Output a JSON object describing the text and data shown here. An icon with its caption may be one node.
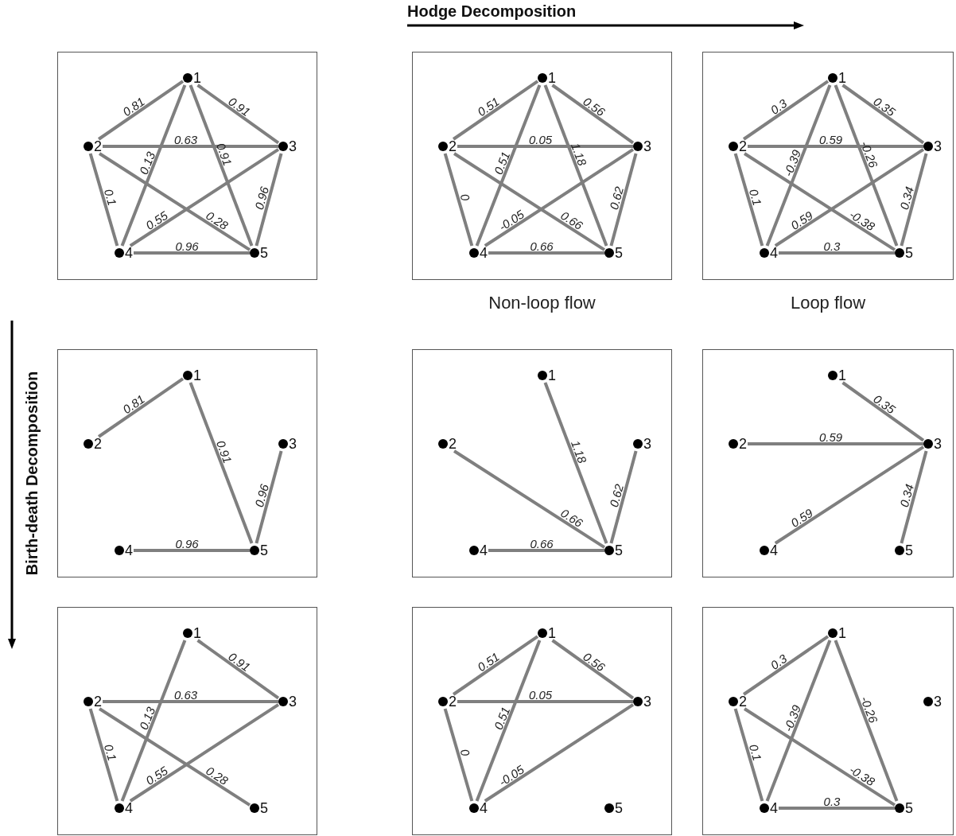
{
  "diagram": {
    "nodes": [
      {
        "text": [],
        "shape": "box"
      },
      {
        "text": [
          "1"
        ],
        "in": 0
      },
      {
        "text": [
          "2"
        ],
        "in": 0
      },
      {
        "text": [
          "3"
        ],
        "in": 0
      },
      {
        "text": [
          "4"
        ],
        "in": 0
      },
      {
        "text": [
          "5"
        ],
        "in": 0
      },
      {
        "text": [],
        "shape": "box",
        "beside": [
          "Non-loop flow"
        ]
      },
      {
        "text": [
          "1"
        ],
        "in": 6
      },
      {
        "text": [
          "2"
        ],
        "in": 6
      },
      {
        "text": [
          "3"
        ],
        "in": 6
      },
      {
        "text": [
          "4"
        ],
        "in": 6
      },
      {
        "text": [
          "5"
        ],
        "in": 6
      },
      {
        "text": [],
        "shape": "box",
        "beside": [
          "Loop flow"
        ]
      },
      {
        "text": [
          "1"
        ],
        "in": 12
      },
      {
        "text": [
          "2"
        ],
        "in": 12
      },
      {
        "text": [
          "3"
        ],
        "in": 12
      },
      {
        "text": [
          "4"
        ],
        "in": 12
      },
      {
        "text": [
          "5"
        ],
        "in": 12
      },
      {
        "text": [],
        "shape": "box"
      },
      {
        "text": [
          "1"
        ],
        "in": 18
      },
      {
        "text": [
          "2"
        ],
        "in": 18
      },
      {
        "text": [
          "3"
        ],
        "in": 18
      },
      {
        "text": [
          "4"
        ],
        "in": 18
      },
      {
        "text": [
          "5"
        ],
        "in": 18
      },
      {
        "text": [],
        "shape": "box"
      },
      {
        "text": [
          "1"
        ],
        "in": 24
      },
      {
        "text": [
          "2"
        ],
        "in": 24
      },
      {
        "text": [
          "3"
        ],
        "in": 24
      },
      {
        "text": [
          "4"
        ],
        "in": 24
      },
      {
        "text": [
          "5"
        ],
        "in": 24
      },
      {
        "text": [],
        "shape": "box"
      },
      {
        "text": [
          "1"
        ],
        "in": 30
      },
      {
        "text": [
          "2"
        ],
        "in": 30
      },
      {
        "text": [
          "3"
        ],
        "in": 30
      },
      {
        "text": [
          "4"
        ],
        "in": 30
      },
      {
        "text": [
          "5"
        ],
        "in": 30
      },
      {
        "text": [],
        "shape": "box"
      },
      {
        "text": [
          "1"
        ],
        "in": 36
      },
      {
        "text": [
          "2"
        ],
        "in": 36
      },
      {
        "text": [
          "3"
        ],
        "in": 36
      },
      {
        "text": [
          "4"
        ],
        "in": 36
      },
      {
        "text": [
          "5"
        ],
        "in": 36
      },
      {
        "text": [],
        "shape": "box"
      },
      {
        "text": [
          "1"
        ],
        "in": 42
      },
      {
        "text": [
          "2"
        ],
        "in": 42
      },
      {
        "text": [
          "3"
        ],
        "in": 42
      },
      {
        "text": [
          "4"
        ],
        "in": 42
      },
      {
        "text": [
          "5"
        ],
        "in": 42
      },
      {
        "text": [],
        "shape": "box"
      },
      {
        "text": [
          "1"
        ],
        "in": 48
      },
      {
        "text": [
          "2"
        ],
        "in": 48
      },
      {
        "text": [
          "3"
        ],
        "in": 48
      },
      {
        "text": [
          "4"
        ],
        "in": 48
      },
      {
        "text": [
          "5"
        ],
        "in": 48
      }
    ],
    "edges": [
      {
        "from": 1,
        "to": 2,
        "arrow": "none",
        "label": "0.81"
      },
      {
        "from": 1,
        "to": 3,
        "arrow": "none",
        "label": "0.91"
      },
      {
        "from": 2,
        "to": 3,
        "arrow": "none",
        "label": "0.63"
      },
      {
        "from": 1,
        "to": 4,
        "arrow": "none",
        "label": "0.13"
      },
      {
        "from": 1,
        "to": 5,
        "arrow": "none",
        "label": "0.91"
      },
      {
        "from": 2,
        "to": 4,
        "arrow": "none",
        "label": "0.1"
      },
      {
        "from": 2,
        "to": 5,
        "arrow": "none",
        "label": "0.28"
      },
      {
        "from": 4,
        "to": 3,
        "arrow": "none",
        "label": "0.55"
      },
      {
        "from": 3,
        "to": 5,
        "arrow": "none",
        "label": "0.96"
      },
      {
        "from": 4,
        "to": 5,
        "arrow": "none",
        "label": "0.96"
      },
      {
        "from": 7,
        "to": 8,
        "arrow": "none",
        "label": "0.51"
      },
      {
        "from": 7,
        "to": 9,
        "arrow": "none",
        "label": "0.56"
      },
      {
        "from": 8,
        "to": 9,
        "arrow": "none",
        "label": "0.05"
      },
      {
        "from": 7,
        "to": 10,
        "arrow": "none",
        "label": "0.51"
      },
      {
        "from": 7,
        "to": 11,
        "arrow": "none",
        "label": "1.18"
      },
      {
        "from": 8,
        "to": 10,
        "arrow": "none",
        "label": "0"
      },
      {
        "from": 8,
        "to": 11,
        "arrow": "none",
        "label": "0.66"
      },
      {
        "from": 10,
        "to": 9,
        "arrow": "none",
        "label": "-0.05"
      },
      {
        "from": 9,
        "to": 11,
        "arrow": "none",
        "label": "0.62"
      },
      {
        "from": 10,
        "to": 11,
        "arrow": "none",
        "label": "0.66"
      },
      {
        "from": 13,
        "to": 14,
        "arrow": "none",
        "label": "0.3"
      },
      {
        "from": 13,
        "to": 15,
        "arrow": "none",
        "label": "0.35"
      },
      {
        "from": 14,
        "to": 15,
        "arrow": "none",
        "label": "0.59"
      },
      {
        "from": 13,
        "to": 16,
        "arrow": "none",
        "label": "-0.39"
      },
      {
        "from": 13,
        "to": 17,
        "arrow": "none",
        "label": "-0.26"
      },
      {
        "from": 14,
        "to": 16,
        "arrow": "none",
        "label": "0.1"
      },
      {
        "from": 14,
        "to": 17,
        "arrow": "none",
        "label": "-0.38"
      },
      {
        "from": 16,
        "to": 15,
        "arrow": "none",
        "label": "0.59"
      },
      {
        "from": 15,
        "to": 17,
        "arrow": "none",
        "label": "0.34"
      },
      {
        "from": 16,
        "to": 17,
        "arrow": "none",
        "label": "0.3"
      },
      {
        "from": 19,
        "to": 20,
        "arrow": "none",
        "label": "0.81"
      },
      {
        "from": 19,
        "to": 23,
        "arrow": "none",
        "label": "0.91"
      },
      {
        "from": 21,
        "to": 23,
        "arrow": "none",
        "label": "0.96"
      },
      {
        "from": 22,
        "to": 23,
        "arrow": "none",
        "label": "0.96"
      },
      {
        "from": 25,
        "to": 29,
        "arrow": "none",
        "label": "1.18"
      },
      {
        "from": 26,
        "to": 29,
        "arrow": "none",
        "label": "0.66"
      },
      {
        "from": 27,
        "to": 29,
        "arrow": "none",
        "label": "0.62"
      },
      {
        "from": 28,
        "to": 29,
        "arrow": "none",
        "label": "0.66"
      },
      {
        "from": 31,
        "to": 33,
        "arrow": "none",
        "label": "0.35"
      },
      {
        "from": 32,
        "to": 33,
        "arrow": "none",
        "label": "0.59"
      },
      {
        "from": 34,
        "to": 33,
        "arrow": "none",
        "label": "0.59"
      },
      {
        "from": 33,
        "to": 35,
        "arrow": "none",
        "label": "0.34"
      },
      {
        "from": 37,
        "to": 39,
        "arrow": "none",
        "label": "0.91"
      },
      {
        "from": 38,
        "to": 39,
        "arrow": "none",
        "label": "0.63"
      },
      {
        "from": 37,
        "to": 40,
        "arrow": "none",
        "label": "0.13"
      },
      {
        "from": 38,
        "to": 40,
        "arrow": "none",
        "label": "0.1"
      },
      {
        "from": 38,
        "to": 41,
        "arrow": "none",
        "label": "0.28"
      },
      {
        "from": 40,
        "to": 39,
        "arrow": "none",
        "label": "0.55"
      },
      {
        "from": 43,
        "to": 44,
        "arrow": "none",
        "label": "0.51"
      },
      {
        "from": 43,
        "to": 45,
        "arrow": "none",
        "label": "0.56"
      },
      {
        "from": 44,
        "to": 45,
        "arrow": "none",
        "label": "0.05"
      },
      {
        "from": 43,
        "to": 46,
        "arrow": "none",
        "label": "0.51"
      },
      {
        "from": 44,
        "to": 46,
        "arrow": "none",
        "label": "0"
      },
      {
        "from": 46,
        "to": 45,
        "arrow": "none",
        "label": "-0.05"
      },
      {
        "from": 49,
        "to": 50,
        "arrow": "none",
        "label": "0.3"
      },
      {
        "from": 49,
        "to": 52,
        "arrow": "none",
        "label": "-0.39"
      },
      {
        "from": 49,
        "to": 53,
        "arrow": "none",
        "label": "-0.26"
      },
      {
        "from": 50,
        "to": 52,
        "arrow": "none",
        "label": "0.1"
      },
      {
        "from": 50,
        "to": 53,
        "arrow": "none",
        "label": "-0.38"
      },
      {
        "from": 52,
        "to": 53,
        "arrow": "none",
        "label": "0.3"
      }
    ],
    "labels": [
      "Hodge Decomposition",
      "Birth-death Decomposition"
    ]
  }
}
